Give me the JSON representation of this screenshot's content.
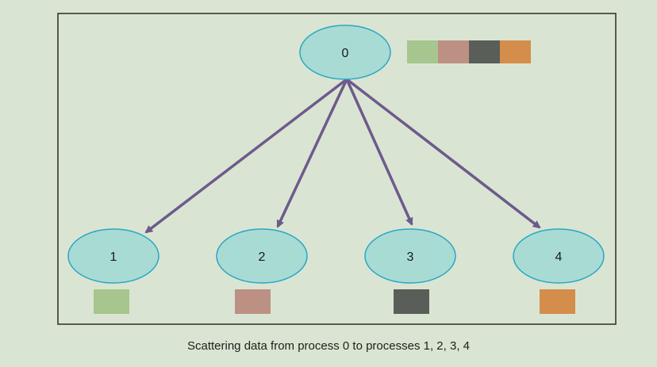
{
  "diagram": {
    "root": {
      "label": "0",
      "data_blocks": [
        "#a7c58e",
        "#bc9083",
        "#595e58",
        "#d48d4a"
      ]
    },
    "children": [
      {
        "label": "1",
        "block_color": "#a7c58e"
      },
      {
        "label": "2",
        "block_color": "#bc9083"
      },
      {
        "label": "3",
        "block_color": "#595e58"
      },
      {
        "label": "4",
        "block_color": "#d48d4a"
      }
    ],
    "colors": {
      "background": "#d9e5d2",
      "node_fill": "#a8dbd4",
      "node_stroke": "#2aa6c4",
      "arrow": "#6e5a8c",
      "frame": "#2b2b2b"
    }
  },
  "caption": "Scattering data from process 0 to processes 1, 2, 3, 4"
}
